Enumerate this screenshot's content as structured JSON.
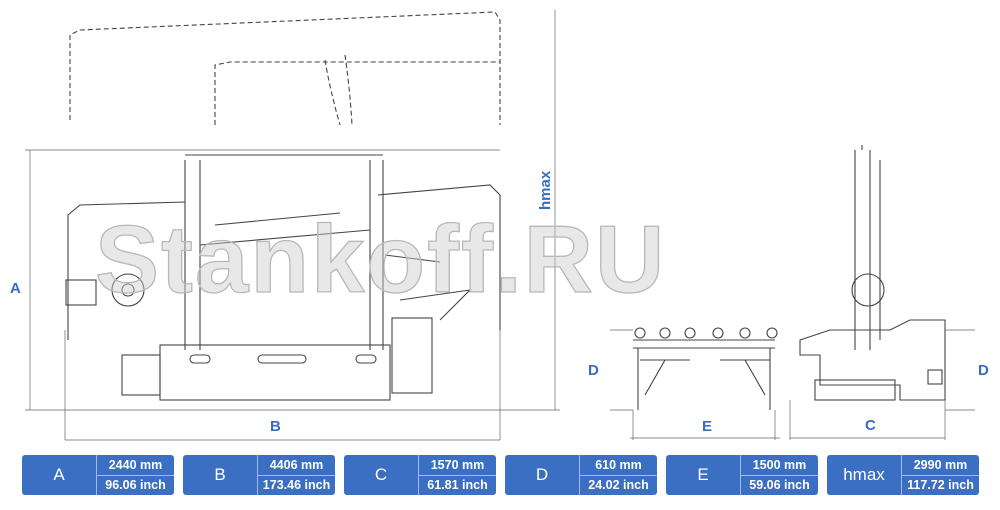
{
  "watermark": "Stankoff.RU",
  "dimension_labels": {
    "A": "A",
    "B": "B",
    "C": "C",
    "D_left": "D",
    "D_right": "D",
    "E": "E",
    "hmax": "hmax"
  },
  "specs": [
    {
      "key": "A",
      "mm": "2440 mm",
      "inch": "96.06 inch"
    },
    {
      "key": "B",
      "mm": "4406 mm",
      "inch": "173.46 inch"
    },
    {
      "key": "C",
      "mm": "1570 mm",
      "inch": "61.81 inch"
    },
    {
      "key": "D",
      "mm": "610 mm",
      "inch": "24.02 inch"
    },
    {
      "key": "E",
      "mm": "1500 mm",
      "inch": "59.06 inch"
    },
    {
      "key": "hmax",
      "mm": "2990 mm",
      "inch": "117.72 inch"
    }
  ],
  "colors": {
    "accent": "#3a6fc4",
    "label": "#3a6cc0"
  }
}
